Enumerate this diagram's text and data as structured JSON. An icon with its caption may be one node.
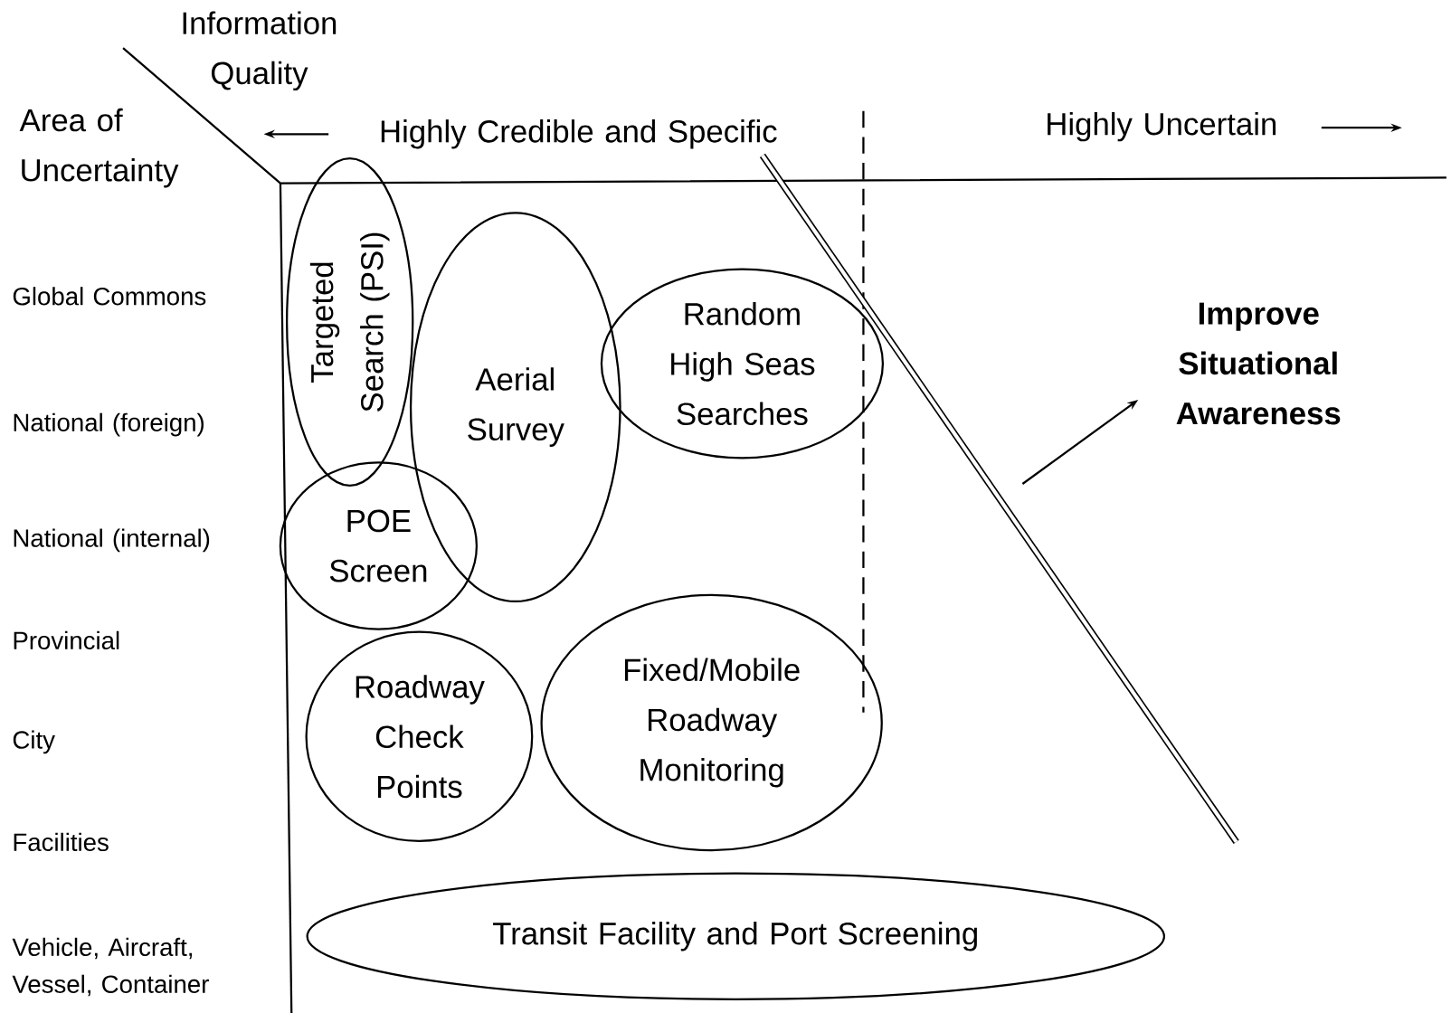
{
  "diagram": {
    "nodes": [
      {
        "text": [
          "Targeted Search (PSI)"
        ]
      },
      {
        "text": [
          "Aerial Survey"
        ]
      },
      {
        "text": [
          "Random High Seas Searches"
        ]
      },
      {
        "text": [
          "Improve Situational Awareness"
        ]
      },
      {
        "text": [
          "POE Screen"
        ]
      },
      {
        "text": [
          "Roadway Check Points"
        ]
      },
      {
        "text": [
          "Fixed/Mobile Roadway Monitoring"
        ]
      },
      {
        "text": [
          "Transit Facility and Port Screening"
        ]
      }
    ],
    "edges": [
      {
        "from": null,
        "to": 3,
        "arrow": "to"
      }
    ],
    "labels": [
      "Information Quality",
      "Area of Uncertainty",
      "Highly Credible and Specific",
      "Highly Uncertain",
      "Global Commons",
      "National (foreign)",
      "National (internal)",
      "Provincial",
      "City",
      "Facilities",
      "Vehicle, Aircraft, Vessel, Container"
    ]
  }
}
